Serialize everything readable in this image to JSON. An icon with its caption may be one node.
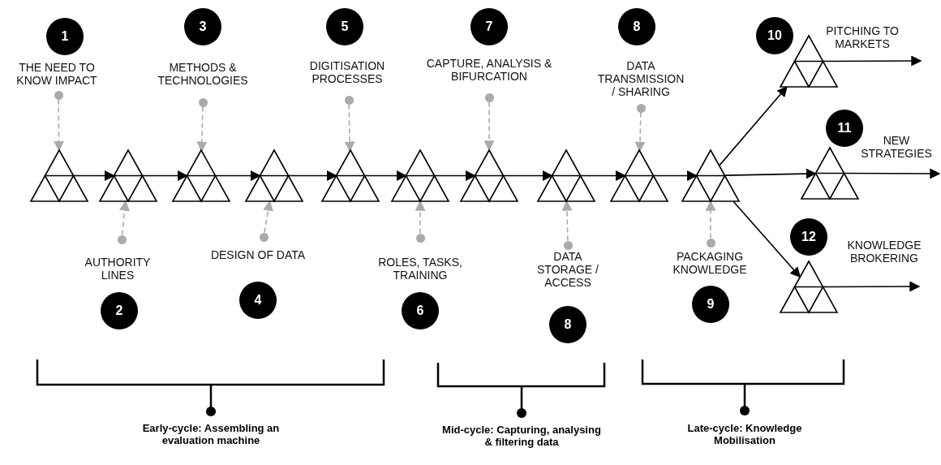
{
  "diagram": {
    "nodes": [
      {
        "text": [],
        "shape": "triangle"
      },
      {
        "text": [],
        "shape": "triangle"
      },
      {
        "text": [],
        "shape": "triangle"
      },
      {
        "text": [],
        "shape": "triangle"
      },
      {
        "text": [],
        "shape": "triangle"
      },
      {
        "text": [],
        "shape": "triangle"
      },
      {
        "text": [],
        "shape": "triangle"
      },
      {
        "text": [],
        "shape": "triangle"
      },
      {
        "text": [],
        "shape": "triangle"
      },
      {
        "text": [],
        "shape": "triangle"
      },
      {
        "text": [],
        "shape": "triangle",
        "beside": [
          "PITCHING TO MARKETS"
        ]
      },
      {
        "text": [],
        "shape": "triangle",
        "beside": [
          "NEW STRATEGIES"
        ]
      },
      {
        "text": [],
        "shape": "triangle",
        "beside": [
          "KNOWLEDGE BROKERING"
        ]
      },
      {
        "text": [
          "1"
        ]
      },
      {
        "text": [
          "2"
        ]
      },
      {
        "text": [
          "3"
        ]
      },
      {
        "text": [
          "4"
        ]
      },
      {
        "text": [
          "5"
        ]
      },
      {
        "text": [
          "6"
        ]
      },
      {
        "text": [
          "7"
        ]
      },
      {
        "text": [
          "8"
        ]
      },
      {
        "text": [
          "8"
        ]
      },
      {
        "text": [
          "9"
        ]
      },
      {
        "text": [
          "10"
        ]
      },
      {
        "text": [
          "11"
        ]
      },
      {
        "text": [
          "12"
        ]
      },
      {
        "text": [],
        "shape": "circle",
        "beside": [
          "THE NEED TO KNOW IMPACT"
        ]
      },
      {
        "text": [],
        "shape": "circle",
        "beside": [
          "AUTHORITY LINES"
        ]
      },
      {
        "text": [],
        "shape": "circle",
        "beside": [
          "METHODS & TECHNOLOGIES"
        ]
      },
      {
        "text": [],
        "shape": "circle",
        "beside": [
          "DESIGN OF DATA"
        ]
      },
      {
        "text": [],
        "shape": "circle",
        "beside": [
          "DIGITISATION PROCESSES"
        ]
      },
      {
        "text": [],
        "shape": "circle",
        "beside": [
          "ROLES, TASKS, TRAINING"
        ]
      },
      {
        "text": [],
        "shape": "circle",
        "beside": [
          "CAPTURE, ANALYSIS & BIFURCATION"
        ]
      },
      {
        "text": [],
        "shape": "circle",
        "beside": [
          "DATA TRANSMISSION / SHARING"
        ]
      },
      {
        "text": [],
        "shape": "circle",
        "beside": [
          "DATA STORAGE / ACCESS"
        ]
      },
      {
        "text": [],
        "shape": "circle",
        "beside": [
          "PACKAGING KNOWLEDGE"
        ]
      }
    ],
    "edges": [
      {
        "from": 0,
        "to": 1,
        "arrow": "to"
      },
      {
        "from": 1,
        "to": 2,
        "arrow": "to"
      },
      {
        "from": 2,
        "to": 3,
        "arrow": "to"
      },
      {
        "from": 3,
        "to": 4,
        "arrow": "to"
      },
      {
        "from": 4,
        "to": 5,
        "arrow": "to"
      },
      {
        "from": 5,
        "to": 6,
        "arrow": "to"
      },
      {
        "from": 6,
        "to": 7,
        "arrow": "to"
      },
      {
        "from": 7,
        "to": 8,
        "arrow": "to"
      },
      {
        "from": 8,
        "to": 9,
        "arrow": "to"
      },
      {
        "from": 9,
        "to": 10,
        "arrow": "to"
      },
      {
        "from": 9,
        "to": 11,
        "arrow": "to"
      },
      {
        "from": 9,
        "to": 12,
        "arrow": "to"
      },
      {
        "from": 10,
        "to": null,
        "arrow": "to"
      },
      {
        "from": 11,
        "to": null,
        "arrow": "to"
      },
      {
        "from": 12,
        "to": null,
        "arrow": "to"
      },
      {
        "from": 26,
        "to": 0,
        "arrow": "to",
        "style": "dashed",
        "color": "#aaaaaa"
      },
      {
        "from": 27,
        "to": 1,
        "arrow": "to",
        "style": "dashed",
        "color": "#aaaaaa"
      },
      {
        "from": 28,
        "to": 2,
        "arrow": "to",
        "style": "dashed",
        "color": "#aaaaaa"
      },
      {
        "from": 29,
        "to": 3,
        "arrow": "to",
        "style": "dashed",
        "color": "#aaaaaa"
      },
      {
        "from": 30,
        "to": 4,
        "arrow": "to",
        "style": "dashed",
        "color": "#aaaaaa"
      },
      {
        "from": 31,
        "to": 5,
        "arrow": "to",
        "style": "dashed",
        "color": "#aaaaaa"
      },
      {
        "from": 32,
        "to": 6,
        "arrow": "to",
        "style": "dashed",
        "color": "#aaaaaa"
      },
      {
        "from": 33,
        "to": 8,
        "arrow": "to",
        "style": "dashed",
        "color": "#aaaaaa"
      },
      {
        "from": 34,
        "to": 7,
        "arrow": "to",
        "style": "dashed",
        "color": "#aaaaaa"
      },
      {
        "from": 35,
        "to": 9,
        "arrow": "to",
        "style": "dashed",
        "color": "#aaaaaa"
      }
    ],
    "labels": [
      "Early-cycle: Assembling an evaluation machine",
      "Mid-cycle: Capturing, analysing & filtering data",
      "Late-cycle: Knowledge Mobilisation"
    ]
  }
}
